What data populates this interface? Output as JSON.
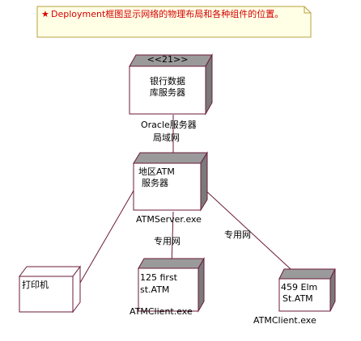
{
  "note": {
    "star": "★",
    "text": "Deployment框图显示网络的物理布局和各种组件的位置。"
  },
  "nodes": {
    "db_server": {
      "stereotype": "<<21>>",
      "name_line1": "银行数据",
      "name_line2": "库服务器",
      "caption": "Oracle服务器"
    },
    "atm_server": {
      "name_line1": "地区ATM",
      "name_line2": "服务器",
      "caption": "ATMServer.exe"
    },
    "printer": {
      "name": "打印机"
    },
    "atm_client_1": {
      "name_line1": "125 first",
      "name_line2": "st.ATM",
      "caption": "ATMClient.exe"
    },
    "atm_client_2": {
      "name_line1": "459 Elm",
      "name_line2": "St.ATM",
      "caption": "ATMClient.exe"
    }
  },
  "connections": {
    "lan_label": "局域网",
    "private_label_1": "专用网",
    "private_label_2": "专用网"
  },
  "colors": {
    "node_border": "#6b1a3a",
    "node_side": "#7a7a7a",
    "note_fill": "#ffffe6",
    "note_border": "#b8a040",
    "note_text": "#d40000"
  }
}
